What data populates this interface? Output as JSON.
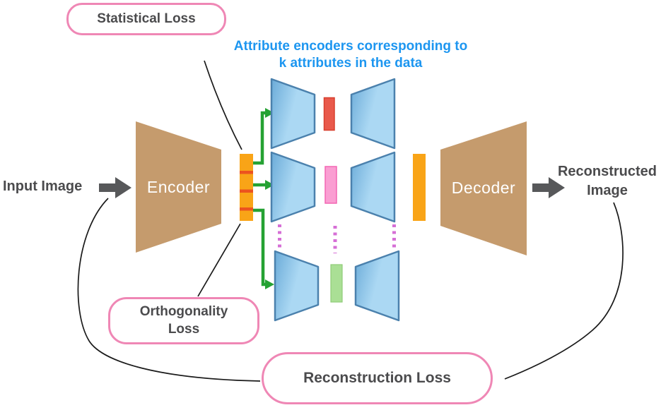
{
  "heading": {
    "line1": "Attribute encoders corresponding to",
    "line2": "k attributes in the data"
  },
  "boxes": {
    "statistical": "Statistical Loss",
    "orthogonality_line1": "Orthogonality",
    "orthogonality_line2": "Loss",
    "reconstruction": "Reconstruction Loss"
  },
  "labels": {
    "input_image": "Input Image",
    "encoder": "Encoder",
    "decoder": "Decoder",
    "reconstructed_line1": "Reconstructed",
    "reconstructed_line2": "Image"
  },
  "colors": {
    "tan": "#C59B6D",
    "blue_fill_dark": "#6FAEDA",
    "blue_fill_light": "#ABD8F3",
    "blue_stroke": "#4B81AD",
    "orange": "#F9A417",
    "red_dash": "#EC531F",
    "red_bar_fill": "#E9594B",
    "red_bar_stroke": "#D8402F",
    "pink_bar_fill": "#FA9ED2",
    "pink_bar_stroke": "#F366B3",
    "green_bar_fill": "#AADF95",
    "green_bar_stroke": "#8FCC77",
    "dotted_magenta": "#D66FD6",
    "green_arrow": "#25A233",
    "gray_arrow": "#57585A",
    "pink_box_border": "#EF87B5",
    "heading_blue": "#1D96F0",
    "text_dark": "#4B4B4D",
    "line_black": "#1A1A1A",
    "label_white": "#FFFFFF"
  }
}
